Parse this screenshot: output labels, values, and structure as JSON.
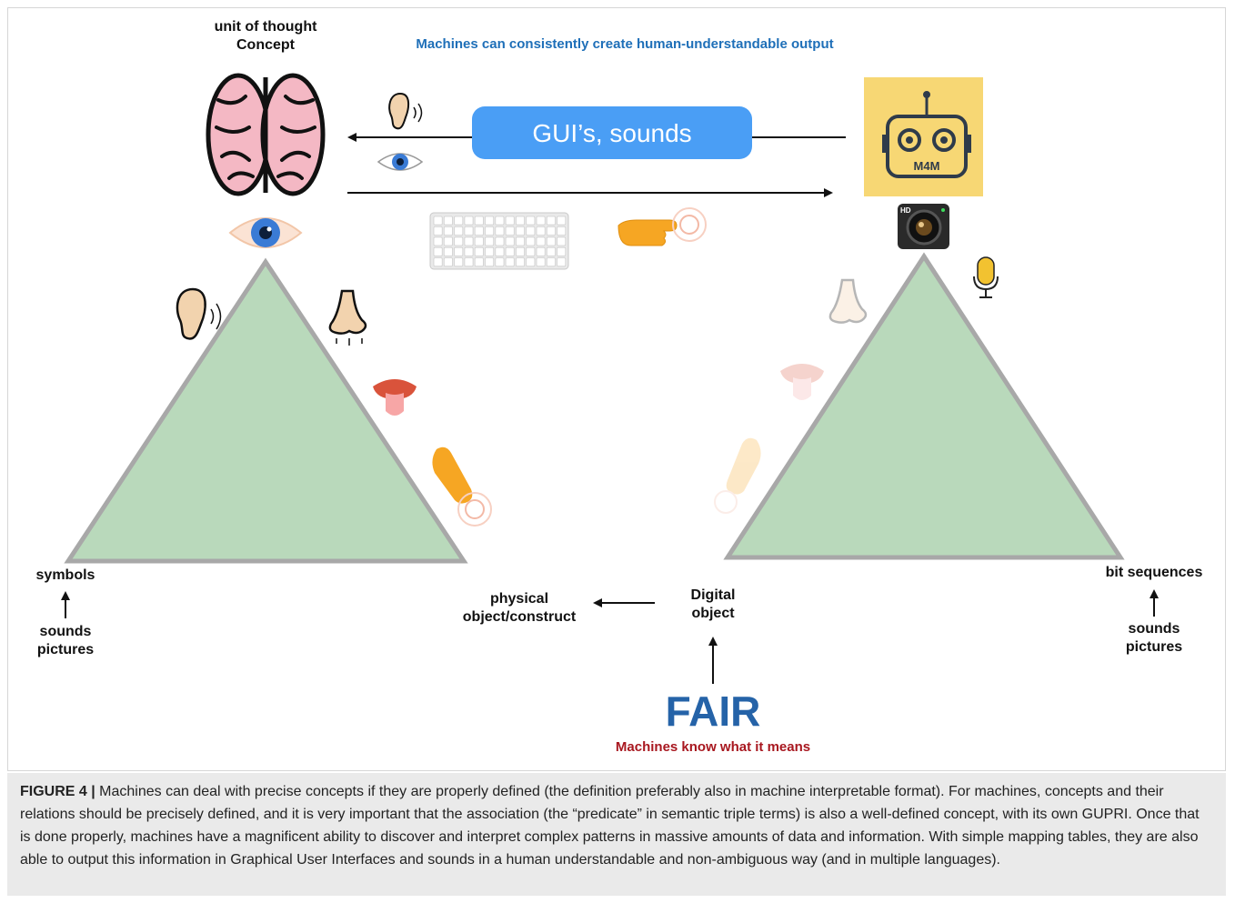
{
  "header": {
    "concept_title": "unit of thought",
    "concept_subtitle": "Concept",
    "machines_create": "Machines can consistently create human-understandable output"
  },
  "gui_pill": {
    "label": "GUI’s, sounds",
    "color": "#4a9ef5"
  },
  "robot_badge": {
    "label": "M4M",
    "background": "#f7d774"
  },
  "camera_badge": {
    "label": "HD"
  },
  "left_triangle": {
    "fill": "#b9d9bb",
    "stroke": "#a8a8a8",
    "bottom_label": "symbols",
    "sources_line1": "sounds",
    "sources_line2": "pictures"
  },
  "right_triangle": {
    "fill": "#b9d9bb",
    "stroke": "#a8a8a8",
    "bottom_label": "bit sequences",
    "sources_line1": "sounds",
    "sources_line2": "pictures"
  },
  "middle": {
    "physical_line1": "physical",
    "physical_line2": "object/construct",
    "digital_line1": "Digital",
    "digital_line2": "object"
  },
  "fair": {
    "title": "FAIR",
    "title_color": "#2563a8",
    "subtitle": "Machines know what it means",
    "subtitle_color": "#a8171f"
  },
  "icons": [
    "brain-icon",
    "ear-icon",
    "eye-icon",
    "keyboard-icon",
    "pointing-hand-icon",
    "robot-icon",
    "camera-icon",
    "microphone-icon",
    "nose-icon",
    "tongue-icon"
  ],
  "caption": {
    "label": "FIGURE 4 |",
    "text": "Machines can deal with precise concepts if they are properly defined (the definition preferably also in machine interpretable format). For machines, concepts and their relations should be precisely defined, and it is very important that the association (the “predicate” in semantic triple terms) is also a well-defined concept, with its own GUPRI. Once that is done properly, machines have a magnificent ability to discover and interpret complex patterns in massive amounts of data and information. With simple mapping tables, they are also able to output this information in Graphical User Interfaces and sounds in a human understandable and non-ambiguous way (and in multiple languages)."
  }
}
